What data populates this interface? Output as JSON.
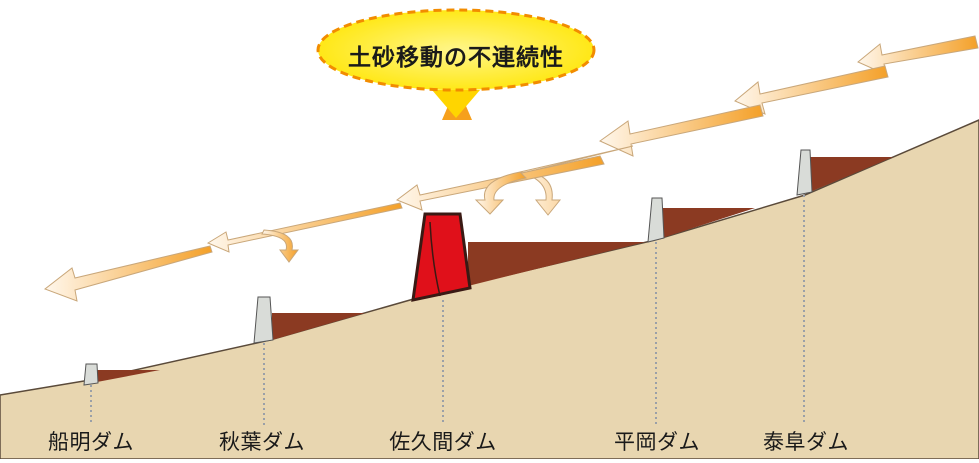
{
  "title": "土砂移動の不連続性",
  "dams": [
    {
      "id": "funagira",
      "label": "船明ダム"
    },
    {
      "id": "akiha",
      "label": "秋葉ダム"
    },
    {
      "id": "sakuma",
      "label": "佐久間ダム"
    },
    {
      "id": "hiraoka",
      "label": "平岡ダム"
    },
    {
      "id": "yasuoka",
      "label": "泰阜ダム"
    }
  ],
  "colors": {
    "ground": "#e8d6b0",
    "ground_edge": "#5a4a3a",
    "reservoir": "#8b3a22",
    "dam_concrete": "#d9dcd8",
    "sakuma_dam": "#e0101a",
    "arrow_orange": "#f09a1c",
    "arrow_light": "#fdebd0",
    "callout_fill": "#fff100",
    "callout_border": "#f28c00"
  }
}
